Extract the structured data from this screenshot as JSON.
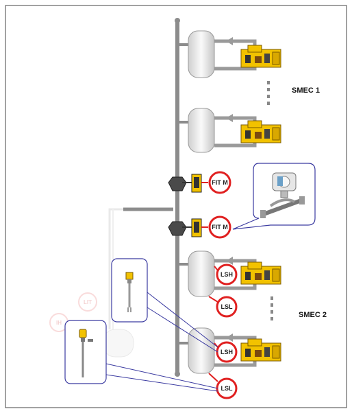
{
  "groups": {
    "smec1": "SMEC 1",
    "smec2": "SMEC 2"
  },
  "instruments": {
    "fit_upper": "FIT M",
    "fit_lower": "FIT M",
    "lsh_upper": "LSH",
    "lsl_upper": "LSL",
    "lsh_lower": "LSH",
    "lsl_lower": "LSL",
    "lit_faded": "LIT",
    "ih_faded": "IH"
  },
  "colors": {
    "pipe": "#9a9a9a",
    "tank_fill": "#eeeeee",
    "tag_ring": "#e02020",
    "genset": "#f2c200",
    "callout_border": "#3a3aa0"
  }
}
